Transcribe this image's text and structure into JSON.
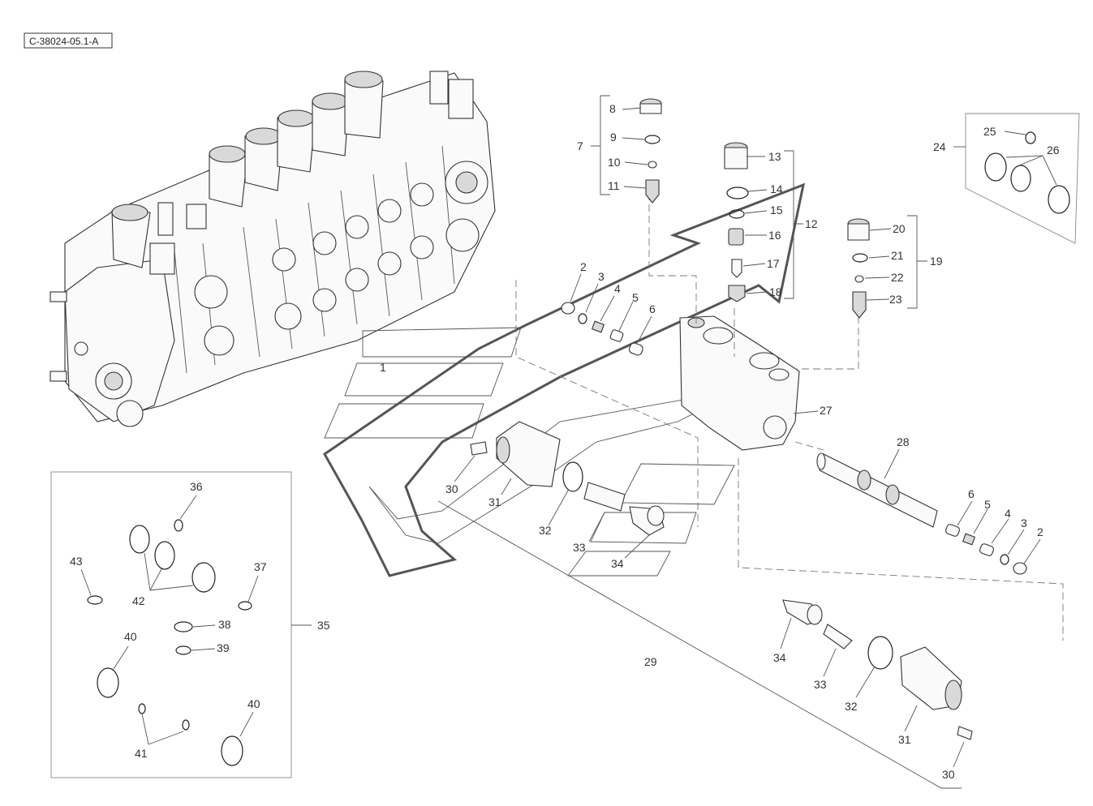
{
  "reference_code": "C-38024-05.1-A",
  "labels": {
    "l1": "1",
    "l2a": "2",
    "l3a": "3",
    "l4a": "4",
    "l5a": "5",
    "l6a": "6",
    "l7": "7",
    "l8": "8",
    "l9": "9",
    "l10": "10",
    "l11": "11",
    "l12": "12",
    "l13": "13",
    "l14": "14",
    "l15": "15",
    "l16": "16",
    "l17": "17",
    "l18": "18",
    "l19": "19",
    "l20": "20",
    "l21": "21",
    "l22": "22",
    "l23": "23",
    "l24": "24",
    "l25": "25",
    "l26": "26",
    "l27": "27",
    "l28": "28",
    "l6b": "6",
    "l5b": "5",
    "l4b": "4",
    "l3b": "3",
    "l2b": "2",
    "l29": "29",
    "l30a": "30",
    "l31a": "31",
    "l32a": "32",
    "l33a": "33",
    "l34a": "34",
    "l34b": "34",
    "l33b": "33",
    "l32b": "32",
    "l31b": "31",
    "l30b": "30",
    "l35": "35",
    "l36": "36",
    "l37": "37",
    "l38": "38",
    "l39": "39",
    "l40a": "40",
    "l40b": "40",
    "l41": "41",
    "l42": "42",
    "l43": "43"
  }
}
